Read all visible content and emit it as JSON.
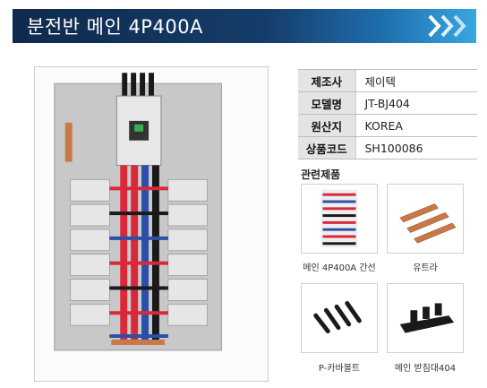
{
  "header": {
    "title": "분전반 메인 4P400A"
  },
  "specs": [
    {
      "label": "제조사",
      "value": "제이텍"
    },
    {
      "label": "모델명",
      "value": "JT-BJ404"
    },
    {
      "label": "원산지",
      "value": "KOREA"
    },
    {
      "label": "상품코드",
      "value": "SH100086"
    }
  ],
  "related": {
    "title": "관련제품",
    "items": [
      {
        "label": "메인 4P400A 간선",
        "icon": "busbar-assembly-icon"
      },
      {
        "label": "유트라",
        "icon": "copper-bar-icon"
      },
      {
        "label": "P-카바볼트",
        "icon": "cover-bolt-icon"
      },
      {
        "label": "메인 받침대404",
        "icon": "main-support-icon"
      }
    ]
  },
  "colors": {
    "header_dark": "#0f2a4d",
    "header_light": "#39a7e0",
    "busbar_red": "#d8283a",
    "busbar_blue": "#2b4fa8",
    "copper": "#c9784a"
  }
}
